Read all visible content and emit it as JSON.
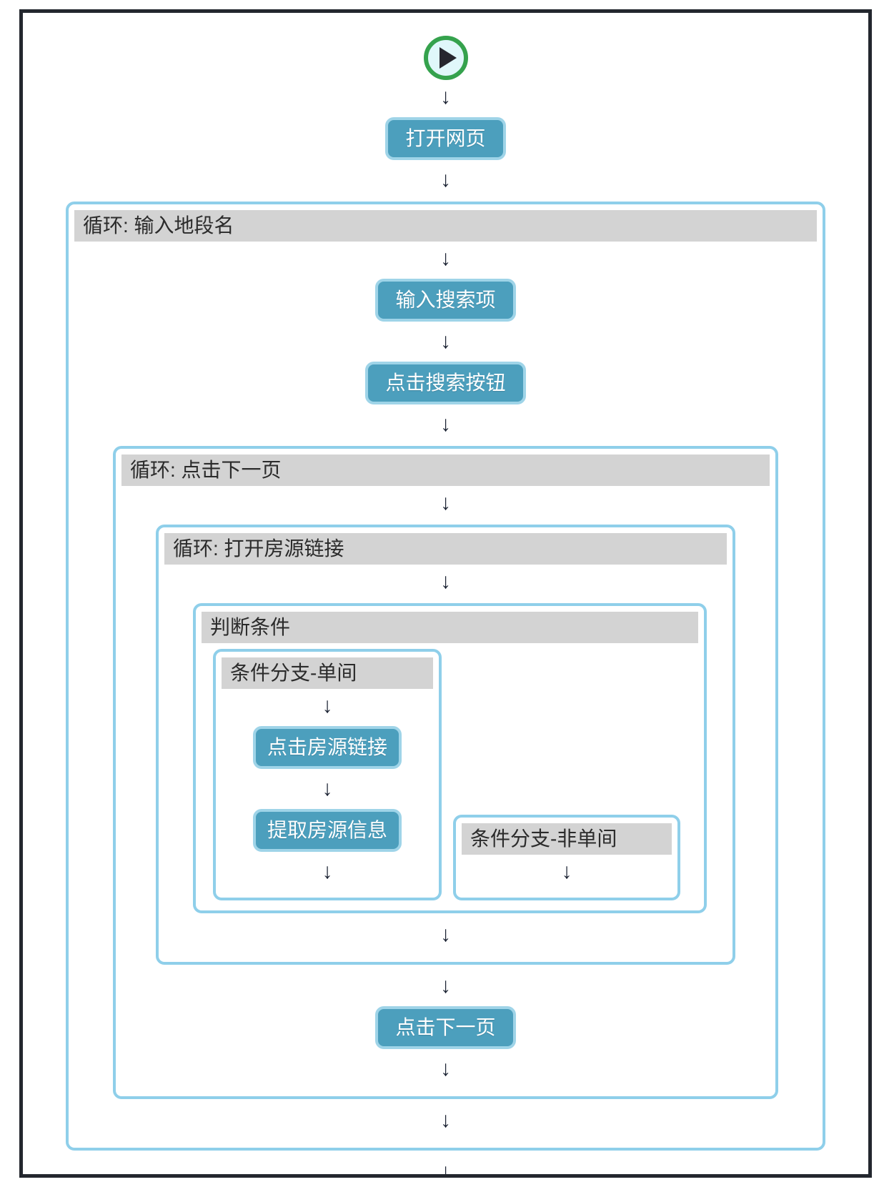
{
  "glyphs": {
    "arrow_down": "↓"
  },
  "icons": {
    "start": "play-icon",
    "end": "stop-icon"
  },
  "colors": {
    "frame_border": "#23272E",
    "container_border": "#8FCFEA",
    "header_bg": "#D3D3D3",
    "header_text": "#2B2B2B",
    "button_fill": "#4C9FBD",
    "button_border": "#9FD4E8",
    "button_text": "#FFFFFF",
    "start_ring": "#35A24D",
    "end_ring": "#0B0B0B",
    "icon_fill": "#E0F7FA",
    "icon_dark": "#26262E",
    "arrow_color": "#1C2333",
    "page_bg": "#FFFFFF"
  },
  "nodes": {
    "open_webpage": "打开网页",
    "loop_input_area": "循环: 输入地段名",
    "input_search_term": "输入搜索项",
    "click_search_button": "点击搜索按钮",
    "loop_click_next_page": "循环: 点击下一页",
    "loop_open_listing_link": "循环: 打开房源链接",
    "condition": "判断条件",
    "branch_single_room": "条件分支-单间",
    "click_listing_link": "点击房源链接",
    "extract_listing_info": "提取房源信息",
    "branch_not_single_room": "条件分支-非单间",
    "click_next_page": "点击下一页"
  }
}
